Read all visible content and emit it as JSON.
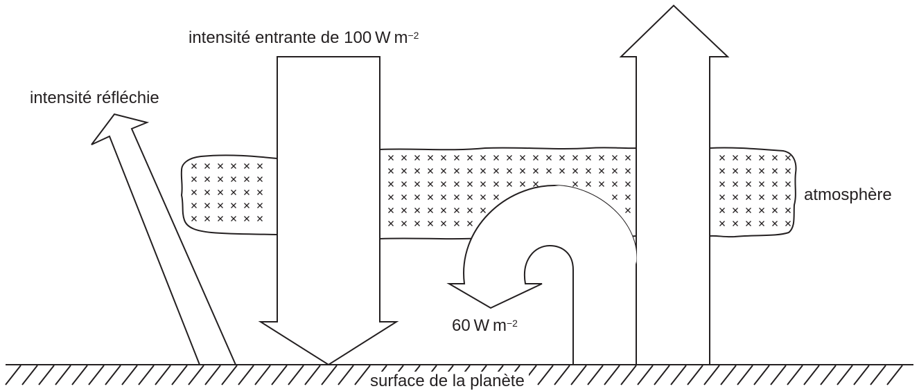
{
  "labels": {
    "incoming": "intensité entrante de 100 W m",
    "incoming_exp": "−2",
    "reflected": "intensité réfléchie",
    "atmosphere": "atmosphère",
    "returned": "60 W m",
    "returned_exp": "−2",
    "surface": "surface de la planète"
  },
  "colors": {
    "ink": "#231f20",
    "background": "#ffffff"
  }
}
